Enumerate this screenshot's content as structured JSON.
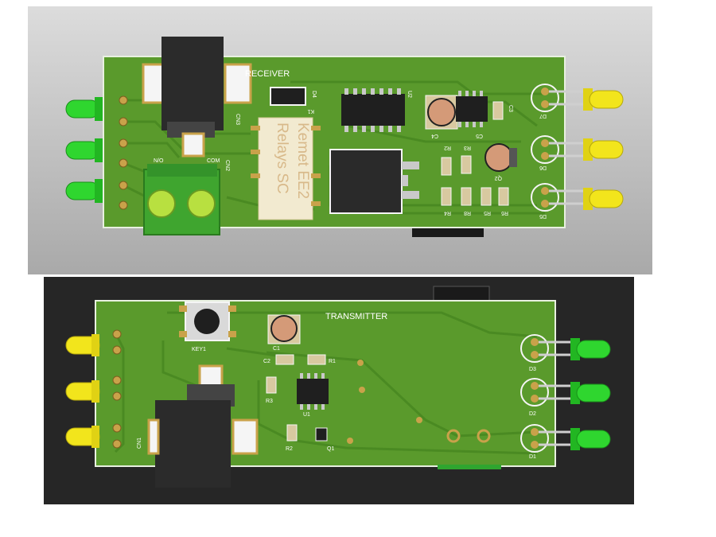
{
  "receiver": {
    "title": "RECEIVER",
    "relay_line1": "Kemet EE2",
    "relay_line2": "Relays SC",
    "labels": {
      "cn3": "CN3",
      "cn2": "CN2",
      "k1": "K1",
      "d4": "D4",
      "u2": "U2",
      "c4": "C4",
      "c5": "C5",
      "c3": "C3",
      "r2": "R2",
      "r3": "R3",
      "r4": "R4",
      "r8": "R8",
      "r5": "R5",
      "r6": "R6",
      "q2": "Q2",
      "d7": "D7",
      "d6": "D6",
      "d5": "D5",
      "no": "N/O",
      "com": "COM"
    },
    "colors": {
      "board": "#5a9a2c",
      "terminal": "#3fa52f",
      "led_green": "#2fd62f",
      "led_yellow": "#f2e51c"
    }
  },
  "transmitter": {
    "title": "TRANSMITTER",
    "labels": {
      "key1": "KEY1",
      "c1": "C1",
      "c2": "C2",
      "r1": "R1",
      "r3": "R3",
      "u1": "U1",
      "r2": "R2",
      "q1": "Q1",
      "cn1": "CN1",
      "d3": "D3",
      "d2": "D2",
      "d1": "D1"
    },
    "colors": {
      "board": "#5a9a2c",
      "led_green": "#2fd62f",
      "led_yellow": "#f2e51c"
    }
  }
}
